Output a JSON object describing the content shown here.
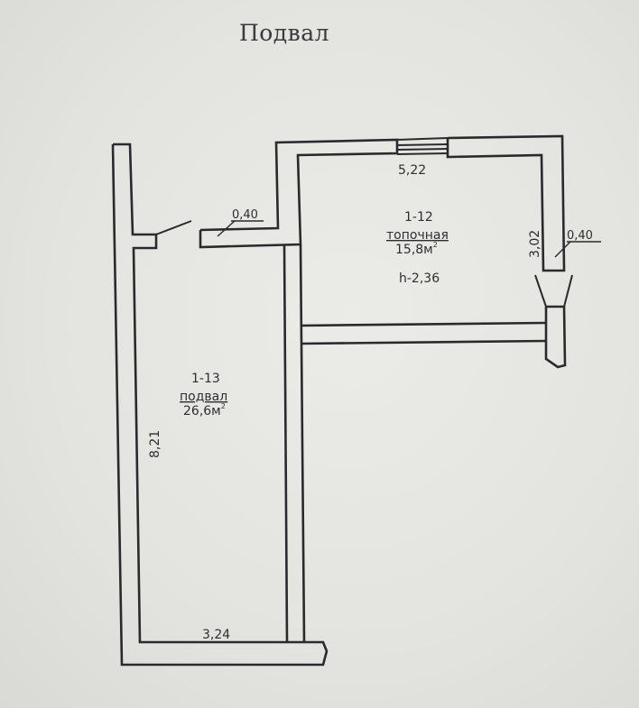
{
  "title": "Подвал",
  "rooms": [
    {
      "number": "1-12",
      "name": "топочная",
      "area": "15,8м",
      "area_unit_superscript": "2",
      "height": "h-2,36"
    },
    {
      "number": "1-13",
      "name": "подвал",
      "area": "26,6м",
      "area_unit_superscript": "2"
    }
  ],
  "dimensions": {
    "top_width": "5,22",
    "right_height": "3,02",
    "right_wall_thickness": "0,40",
    "partition_wall_thickness": "0,40",
    "left_height": "8,21",
    "bottom_width": "3,24"
  },
  "colors": {
    "paper": "#e4e4e0",
    "ink": "#2a2a2e"
  }
}
